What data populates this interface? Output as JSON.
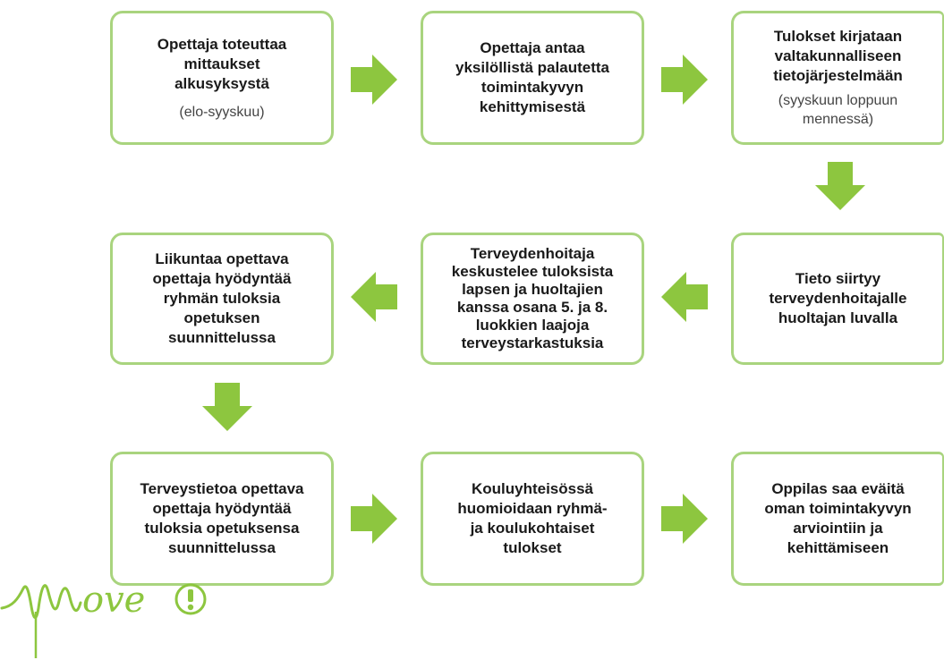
{
  "steps": [
    {
      "main": "Opettaja toteuttaa\nmittaukset\nalkusyksystä",
      "sub": "(elo-syyskuu)"
    },
    {
      "main": "Opettaja antaa\nyksilöllistä palautetta\ntoimintakyvyn\nkehittymisestä",
      "sub": ""
    },
    {
      "main": "Tulokset kirjataan\nvaltakunnalliseen\ntietojärjestelmään",
      "sub": "(syyskuun loppuun\nmennessä)"
    },
    {
      "main": "Tieto siirtyy\nterveydenhoitajalle\nhuoltajan luvalla",
      "sub": ""
    },
    {
      "main": "Terveydenhoitaja\nkeskustelee tuloksista\nlapsen ja huoltajien\nkanssa osana 5. ja 8.\nluokkien laajoja\nterveystarkastuksia",
      "sub": ""
    },
    {
      "main": "Liikuntaa opettava\nopettaja hyödyntää\nryhmän tuloksia\nopetuksen\nsuunnittelussa",
      "sub": ""
    },
    {
      "main": "Terveystietoa opettava\nopettaja hyödyntää\ntuloksia opetuksensa\nsuunnittelussa",
      "sub": ""
    },
    {
      "main": "Kouluyhteisössä\nhuomioidaan ryhmä-\nja koulukohtaiset\ntulokset",
      "sub": ""
    },
    {
      "main": "Oppilas saa eväitä\noman toimintakyvyn\narviointiin ja\nkehittämiseen",
      "sub": ""
    }
  ],
  "logo": {
    "text": "Move!"
  },
  "colors": {
    "accent": "#8dc63f",
    "border": "#a9d47e"
  }
}
